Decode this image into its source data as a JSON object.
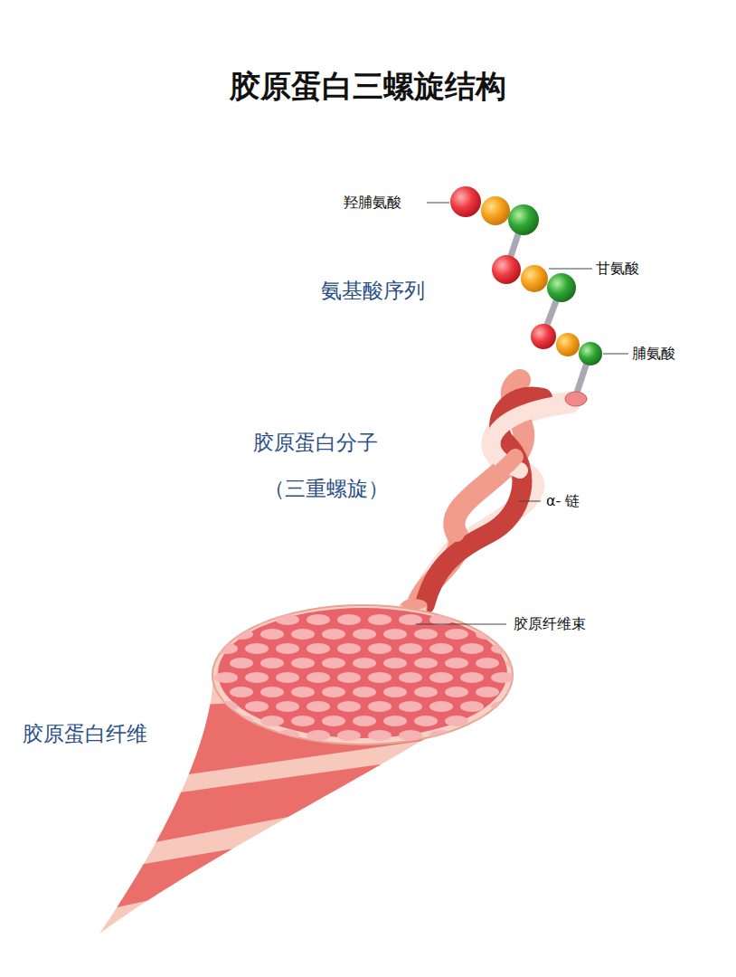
{
  "diagram": {
    "title": "胶原蛋白三螺旋结构",
    "labels": [
      "羟脯氨酸",
      "甘氨酸",
      "脯氨酸",
      "氨基酸序列",
      "胶原蛋白分子",
      "（三重螺旋）",
      "α- 链",
      "胶原纤维束",
      "胶原蛋白纤维"
    ]
  }
}
